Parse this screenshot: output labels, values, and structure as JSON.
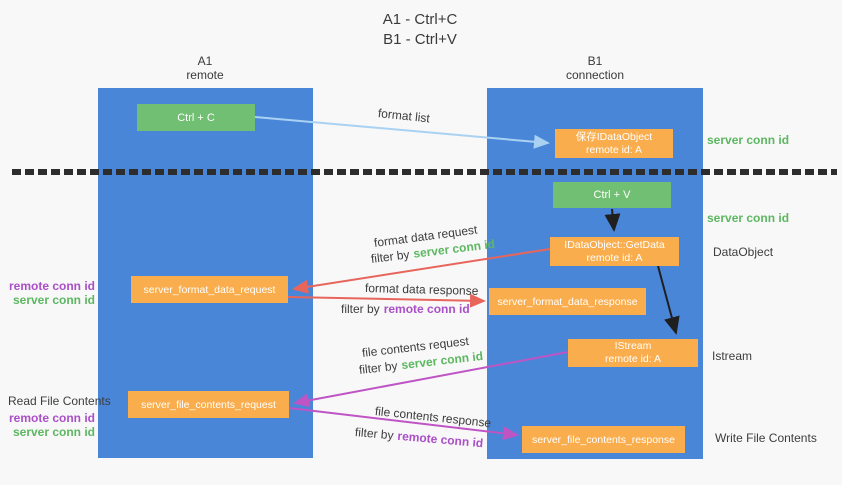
{
  "title": {
    "line1": "A1 - Ctrl+C",
    "line2": "B1 - Ctrl+V"
  },
  "lanes": {
    "left": {
      "id": "A1",
      "role": "remote"
    },
    "right": {
      "id": "B1",
      "role": "connection"
    }
  },
  "nodes": {
    "ctrl_c": {
      "label": "Ctrl + C"
    },
    "save_idataobject": {
      "line1": "保存IDataObject",
      "line2": "remote id: A"
    },
    "ctrl_v": {
      "label": "Ctrl + V"
    },
    "idataobject_getdata": {
      "line1": "IDataObject::GetData",
      "line2": "remote id: A"
    },
    "server_format_data_request": {
      "label": "server_format_data_request"
    },
    "server_format_data_response": {
      "label": "server_format_data_response"
    },
    "istream": {
      "line1": "IStream",
      "line2": "remote id: A"
    },
    "server_file_contents_request": {
      "label": "server_file_contents_request"
    },
    "server_file_contents_response": {
      "label": "server_file_contents_response"
    }
  },
  "arrow_labels": {
    "format_list": "format list",
    "format_data_request": "format data request",
    "format_data_response": "format data response",
    "file_contents_request": "file contents request",
    "file_contents_response": "file contents response",
    "filter_by": "filter by",
    "server_conn_id": "server conn id",
    "remote_conn_id": "remote conn id"
  },
  "side_labels": {
    "server_conn_id_top": "server conn id",
    "server_conn_id_mid": "server conn id",
    "dataobject": "DataObject",
    "istream": "Istream",
    "write_file_contents": "Write File Contents",
    "read_file_contents": "Read File Contents",
    "remote_conn_id_format": "remote conn id",
    "server_conn_id_format": "server conn id",
    "remote_conn_id_file": "remote conn id",
    "server_conn_id_file": "server conn id"
  },
  "colors": {
    "lane_blue": "#4a86d8",
    "node_green": "#71bf73",
    "node_orange": "#f9ad4d",
    "arrow_light_blue": "#a9d2f2",
    "arrow_red": "#e8655c",
    "arrow_magenta": "#bf54c5",
    "arrow_black": "#1f1f1f",
    "text_green": "#5db761",
    "text_purple": "#ab4fc8",
    "text_dark": "#3d3d3d"
  }
}
